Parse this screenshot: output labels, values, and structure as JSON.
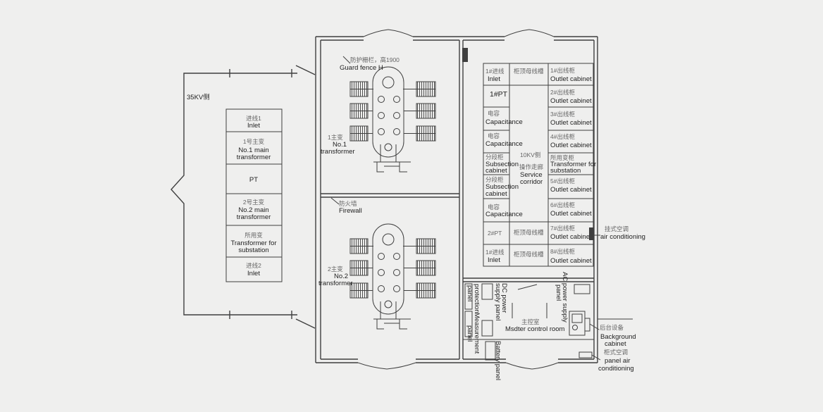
{
  "colors": {
    "background": "#efefee",
    "line": "#3f3f3f",
    "text": "#222222",
    "cn_text": "#666666"
  },
  "yard_35kv": {
    "side_label": "35KV侧",
    "bay_incoming_1": {
      "cn": "进线1",
      "en": "Inlet"
    },
    "bay_main_transformer_1": {
      "cn": "1号主变",
      "en_1": "No.1 main",
      "en_2": "transformer"
    },
    "bay_pt": {
      "label": "PT"
    },
    "bay_main_transformer_2": {
      "cn": "2号主变",
      "en_1": "No.2 main",
      "en_2": "transformer"
    },
    "bay_station_transformer": {
      "cn": "所用变",
      "en_1": "Transformer for",
      "en_2": "substation"
    },
    "bay_incoming_2": {
      "cn": "进线2",
      "en": "Inlet"
    }
  },
  "transformer_room_1": {
    "fence_cn": "防护栅栏，高1900",
    "fence_en": "Guard fence H",
    "transformer_cn": "1主变",
    "transformer_en_1": "No.1",
    "transformer_en_2": "transformer"
  },
  "transformer_room_2": {
    "firewall_cn": "防火墙",
    "firewall_en": "Firewall",
    "transformer_cn": "2主变",
    "transformer_en_1": "No.2",
    "transformer_en_2": "transformer"
  },
  "switchgear_room_10kv": {
    "left_cabinets": [
      {
        "cn": "1#进线",
        "en_1": "Inlet"
      },
      {
        "label": "1#PT"
      },
      {
        "cn": "电容",
        "en_1": "Capacitance"
      },
      {
        "cn": "电容",
        "en_1": "Capacitance"
      },
      {
        "cn": "分段柜",
        "en_1": "Subsection",
        "en_2": "cabinet"
      },
      {
        "cn": "分段柜",
        "en_1": "Subsection",
        "en_2": "cabinet"
      },
      {
        "cn": "电容",
        "en_1": "Capacitance"
      },
      {
        "label": "2#PT"
      },
      {
        "cn": "1#进线",
        "en_1": "Inlet"
      }
    ],
    "busbar_top": "柜顶母线槽",
    "busbar_row8": "柜顶母线槽",
    "busbar_row9": "柜顶母线槽",
    "corridor": {
      "cn_1": "10KV侧",
      "cn_2": "操作走廊",
      "en_1": "Service",
      "en_2": "corridor"
    },
    "right_cabinets": [
      {
        "cn": "1#出线柜",
        "en_1": "Outlet cabinet"
      },
      {
        "cn": "2#出线柜",
        "en_1": "Outlet cabinet"
      },
      {
        "cn": "3#出线柜",
        "en_1": "Outlet cabinet"
      },
      {
        "cn": "4#出线柜",
        "en_1": "Outlet cabinet"
      },
      {
        "cn": "所用变柜",
        "en_1": "Transformer for",
        "en_2": "substation"
      },
      {
        "cn": "5#出线柜",
        "en_1": "Outlet cabinet"
      },
      {
        "cn": "6#出线柜",
        "en_1": "Outlet cabinet"
      },
      {
        "cn": "7#出线柜",
        "en_1": "Outlet cabinet"
      },
      {
        "cn": "8#出线柜",
        "en_1": "Outlet cabinet"
      }
    ],
    "wall_ac": {
      "cn": "挂式空调",
      "en": "air conditioning"
    }
  },
  "control_room": {
    "name_cn": "主控室",
    "name_en": "Msdter control room",
    "protection_panel": {
      "en_1": "protection",
      "en_2": "panel"
    },
    "measurement_panel": {
      "en_1": "Measurement",
      "en_2": "panel"
    },
    "dc_panel": {
      "en_1": "DC power",
      "en_2": "supply panel"
    },
    "battery_panel": {
      "en_1": "Battery panel"
    },
    "ac_panel": {
      "en_1": "AC power supply",
      "en_2": "panel"
    },
    "background_cabinet": {
      "cn": "后台设备",
      "en_1": "Background",
      "en_2": "cabinet"
    },
    "panel_ac": {
      "cn": "柜式空调",
      "en_1": "panel air",
      "en_2": "conditioning"
    }
  }
}
